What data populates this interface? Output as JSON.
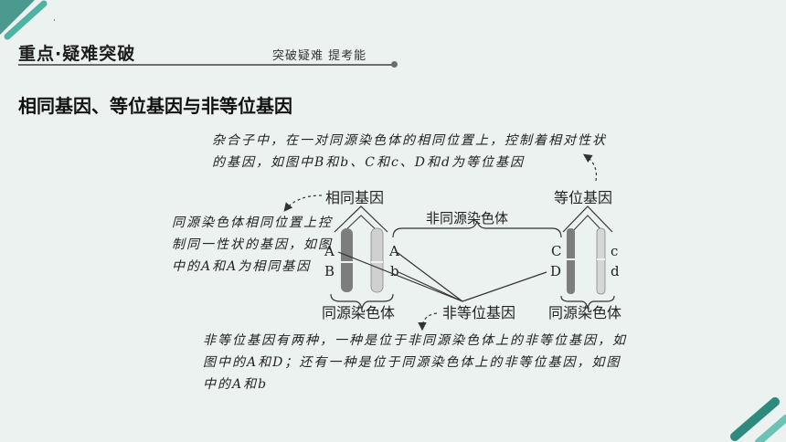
{
  "header": {
    "title": "重点·疑难突破",
    "subtitle": "突破疑难 提考能"
  },
  "section": {
    "title": "相同基因、等位基因与非等位基因"
  },
  "notes": {
    "top": "杂合子中，在一对同源染色体的相同位置上，控制着相对性状的基因，如图中B和b、C和c、D和d为等位基因",
    "left": "同源染色体相同位置上控制同一性状的基因，如图中的A和A为相同基因",
    "bottom": "非等位基因有两种，一种是位于非同源染色体上的非等位基因，如图中的A和D；还有一种是位于同源染色体上的非等位基因，如图中的A和b"
  },
  "diagram": {
    "label_same_gene": "相同基因",
    "label_allele": "等位基因",
    "label_non_homologous": "非同源染色体",
    "label_homologous_left": "同源染色体",
    "label_homologous_right": "同源染色体",
    "label_non_allele": "非等位基因",
    "genes": {
      "left_chr1_top": "A",
      "left_chr1_bottom": "B",
      "left_chr2_top": "A",
      "left_chr2_bottom": "b",
      "right_chr1_top": "C",
      "right_chr1_bottom": "D",
      "right_chr2_top": "c",
      "right_chr2_bottom": "d"
    }
  },
  "colors": {
    "background": "#ecf2ef",
    "accent_teal": "#2f8a7e",
    "chromosome_dark": "#7d7d7d",
    "chromosome_light": "#d6d6d6"
  }
}
